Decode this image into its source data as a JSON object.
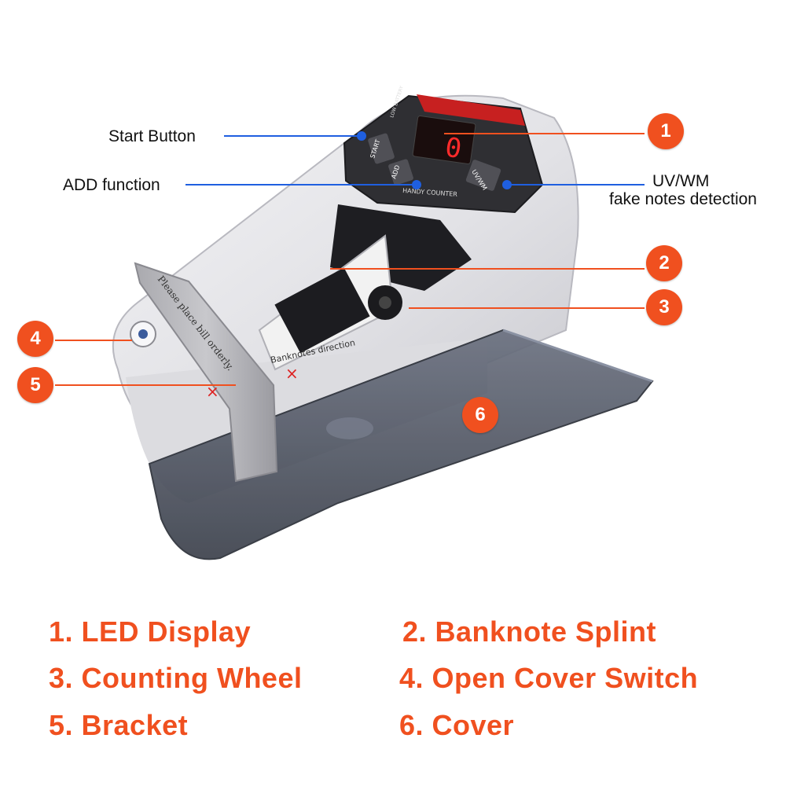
{
  "device": {
    "panel": {
      "low_battery_label": "LOW BATTERY",
      "start_key": "START",
      "add_key": "ADD",
      "uvwm_key": "UV/WM",
      "model_label": "HANDY COUNTER",
      "display_digit": "0"
    },
    "splint_text": "Please place bill orderly.",
    "tray_text": "Banknotes direction"
  },
  "callouts": {
    "start_button": "Start Button",
    "add_function": "ADD function",
    "uvwm_line1": "UV/WM",
    "uvwm_line2": "fake notes detection"
  },
  "badges": [
    "1",
    "2",
    "3",
    "4",
    "5",
    "6"
  ],
  "legend": [
    "1. LED Display",
    "2. Banknote Splint",
    "3. Counting Wheel",
    "4. Open Cover Switch",
    "5. Bracket",
    "6. Cover"
  ],
  "colors": {
    "accent": "#f0501f",
    "pointer_dot": "#1f5fe0",
    "body": "#e9e9ec",
    "panel": "#3a3a3e",
    "cover": "#5a6070"
  }
}
